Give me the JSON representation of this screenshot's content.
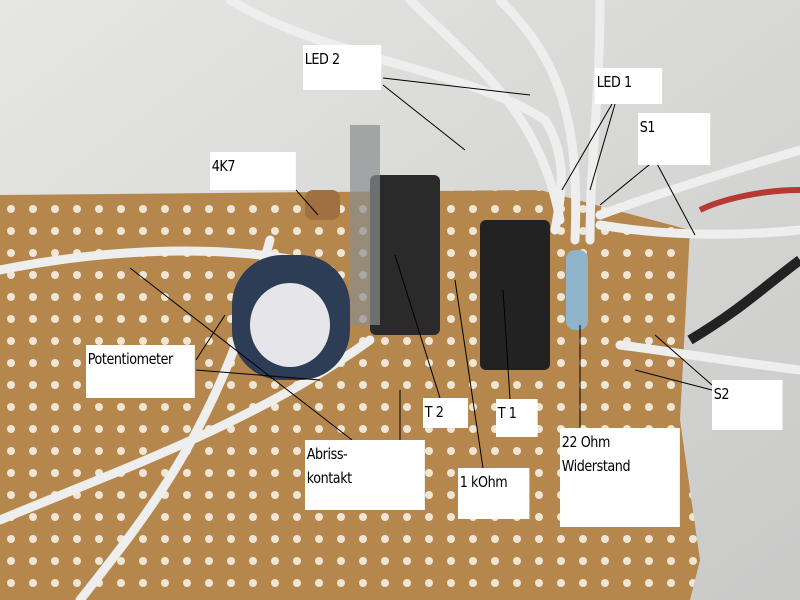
{
  "labels": {
    "led2": "LED 2",
    "led1": "LED 1",
    "s1": "S1",
    "r4k7": "4K7",
    "potentiometer": "Potentiometer",
    "abrisskontakt": "Abriss-\nkontakt",
    "t2": "T 2",
    "t1": "T 1",
    "r1k": "1 kOhm",
    "r22": "22 Ohm\nWiderstand",
    "s2": "S2"
  },
  "colors": {
    "board": "#b5874c",
    "background": "#d9d9d7",
    "label_bg": "#ffffff"
  }
}
